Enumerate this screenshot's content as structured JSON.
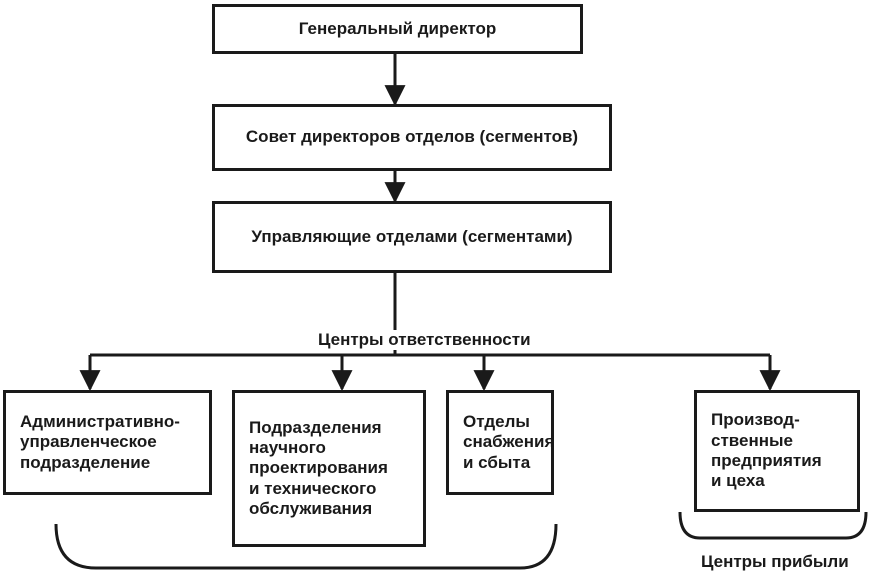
{
  "diagram": {
    "general_director": "Генеральный директор",
    "board": "Совет директоров отделов (сегментов)",
    "managers": "Управляющие отделами (сегментами)",
    "responsibility_centers": "Центры ответственности",
    "units": {
      "admin": "Административно-\nуправленческое\nподразделение",
      "research": "Подразделения\nнаучного\nпроектирования\nи технического\nобслуживания",
      "supply": "Отделы\nснабжения\nи сбыта",
      "production": "Производ-\nственные\nпредприятия\nи цеха"
    },
    "profit_centers": "Центры прибыли"
  },
  "colors": {
    "line": "#1a1a1a",
    "background": "#ffffff"
  }
}
